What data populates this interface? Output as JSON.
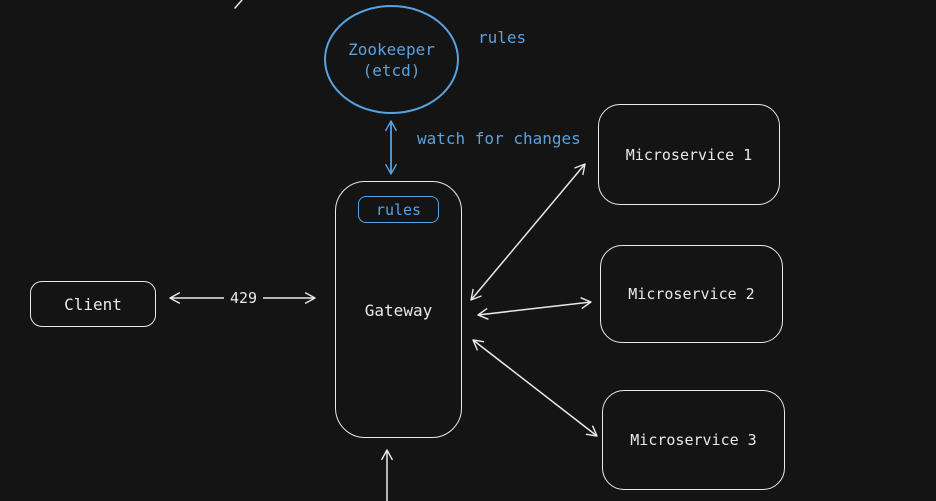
{
  "diagram": {
    "colors": {
      "background": "#141414",
      "stroke": "#e9e9e9",
      "accent_blue": "#57a3e2"
    },
    "nodes": {
      "zookeeper": {
        "label_line1": "Zookeeper",
        "label_line2": "(etcd)",
        "shape": "ellipse",
        "color": "blue"
      },
      "gateway": {
        "label": "Gateway",
        "shape": "rounded-rect",
        "color": "white"
      },
      "rules_chip": {
        "label": "rules",
        "shape": "rounded-rect",
        "color": "blue"
      },
      "client": {
        "label": "Client",
        "shape": "rounded-rect",
        "color": "white"
      },
      "microservice1": {
        "label": "Microservice 1",
        "shape": "rounded-rect",
        "color": "white"
      },
      "microservice2": {
        "label": "Microservice 2",
        "shape": "rounded-rect",
        "color": "white"
      },
      "microservice3": {
        "label": "Microservice 3",
        "shape": "rounded-rect",
        "color": "white"
      }
    },
    "labels": {
      "rules_note": "rules",
      "watch_note": "watch for changes",
      "rate_limit_code": "429"
    },
    "edges": [
      {
        "from": "zookeeper",
        "to": "gateway",
        "style": "double-arrow",
        "color": "blue",
        "label": "watch for changes"
      },
      {
        "from": "client",
        "to": "gateway",
        "style": "double-arrow",
        "color": "white",
        "label": "429"
      },
      {
        "from": "gateway",
        "to": "microservice1",
        "style": "double-arrow",
        "color": "white",
        "label": ""
      },
      {
        "from": "gateway",
        "to": "microservice2",
        "style": "double-arrow",
        "color": "white",
        "label": ""
      },
      {
        "from": "gateway",
        "to": "microservice3",
        "style": "double-arrow",
        "color": "white",
        "label": ""
      },
      {
        "from": "bottom-edge",
        "to": "gateway",
        "style": "single-arrow",
        "color": "white",
        "label": ""
      }
    ]
  }
}
